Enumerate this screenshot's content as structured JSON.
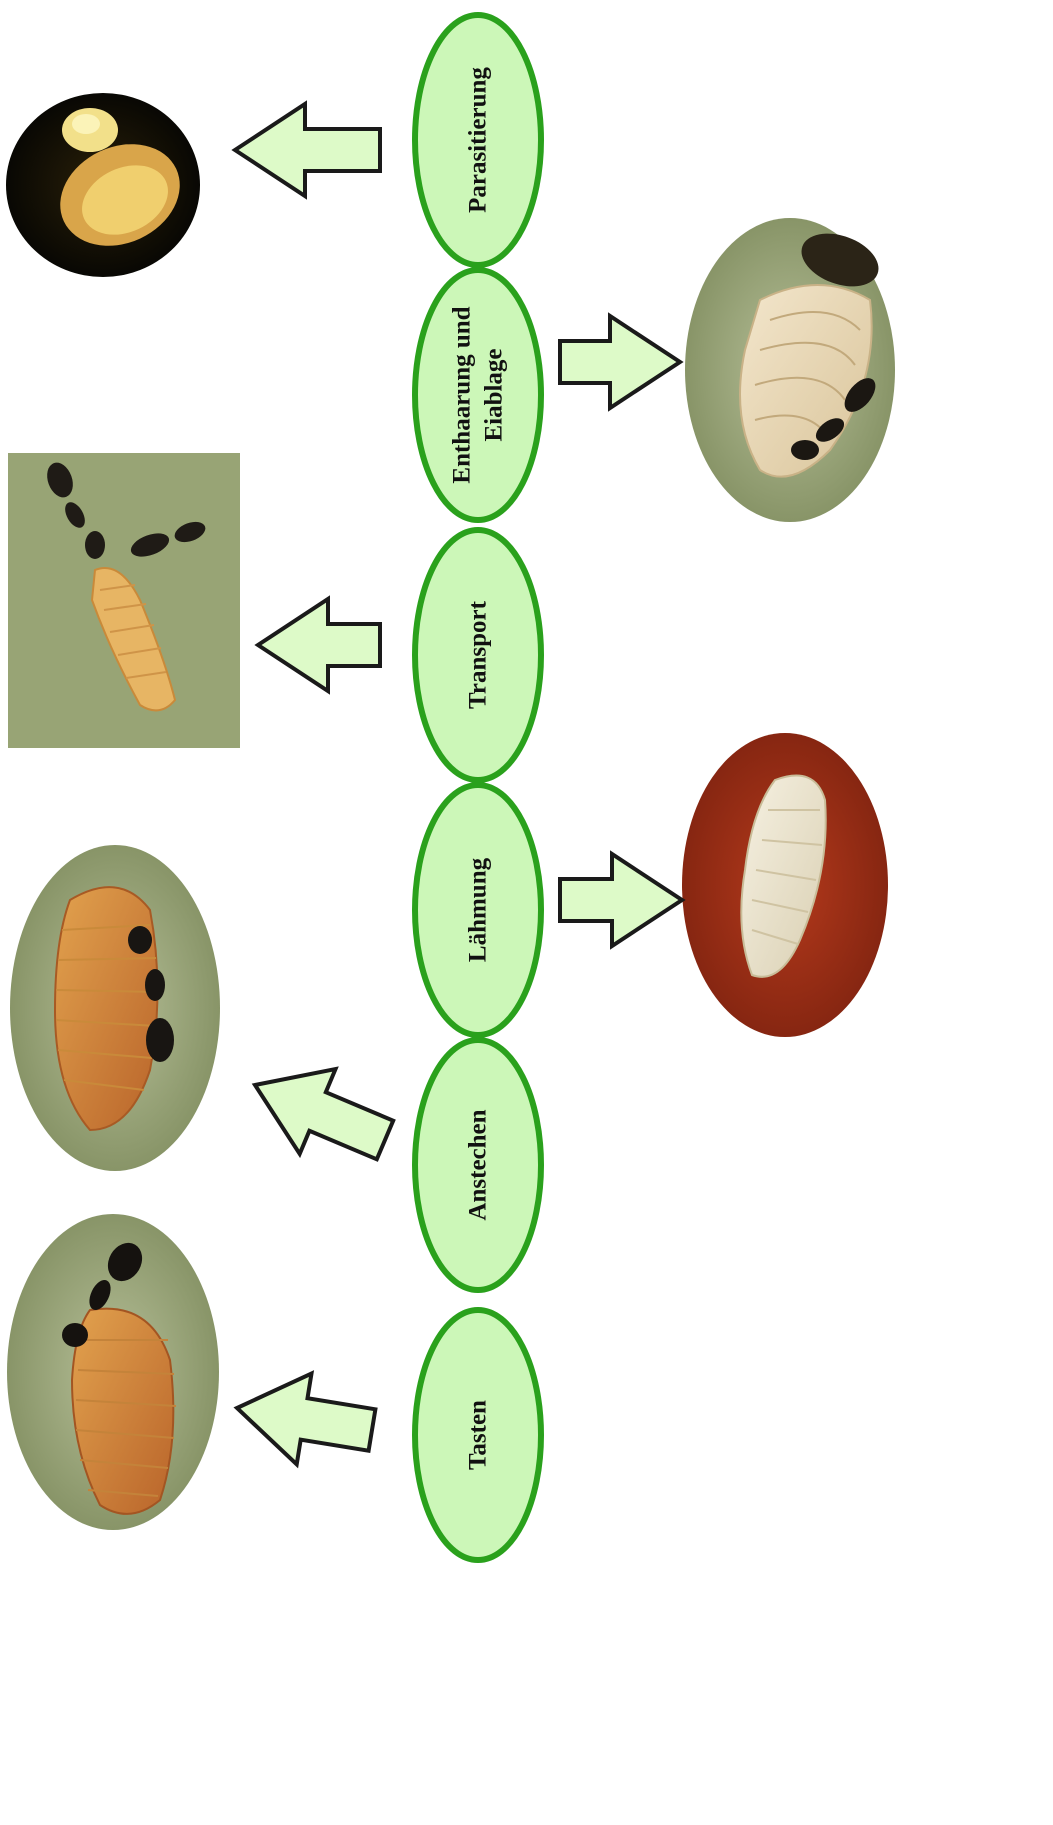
{
  "stages": [
    {
      "id": "parasitierung",
      "lines": [
        "Parasitierung"
      ]
    },
    {
      "id": "enthaarung",
      "lines": [
        "Enthaarung und",
        "Eiablage"
      ]
    },
    {
      "id": "transport",
      "lines": [
        "Transport"
      ]
    },
    {
      "id": "laehmung",
      "lines": [
        "Lähmung"
      ]
    },
    {
      "id": "anstechen",
      "lines": [
        "Anstechen"
      ]
    },
    {
      "id": "tasten",
      "lines": [
        "Tasten"
      ]
    }
  ],
  "colors": {
    "ellipse_fill": "#ccf7b8",
    "ellipse_stroke": "#2aa11c",
    "arrow_fill": "#ddfac8",
    "arrow_stroke": "#1a1a1a",
    "label_text": "#111111"
  },
  "photos": [
    {
      "stage": "parasitierung",
      "subject": "larva-with-parasite-cocoon"
    },
    {
      "stage": "enthaarung",
      "subject": "ant-on-larva"
    },
    {
      "stage": "transport",
      "subject": "two-ants-carrying-larva"
    },
    {
      "stage": "laehmung",
      "subject": "paralyzed-larva"
    },
    {
      "stage": "anstechen",
      "subject": "ant-stinging-larva"
    },
    {
      "stage": "tasten",
      "subject": "ant-touching-larva"
    }
  ]
}
